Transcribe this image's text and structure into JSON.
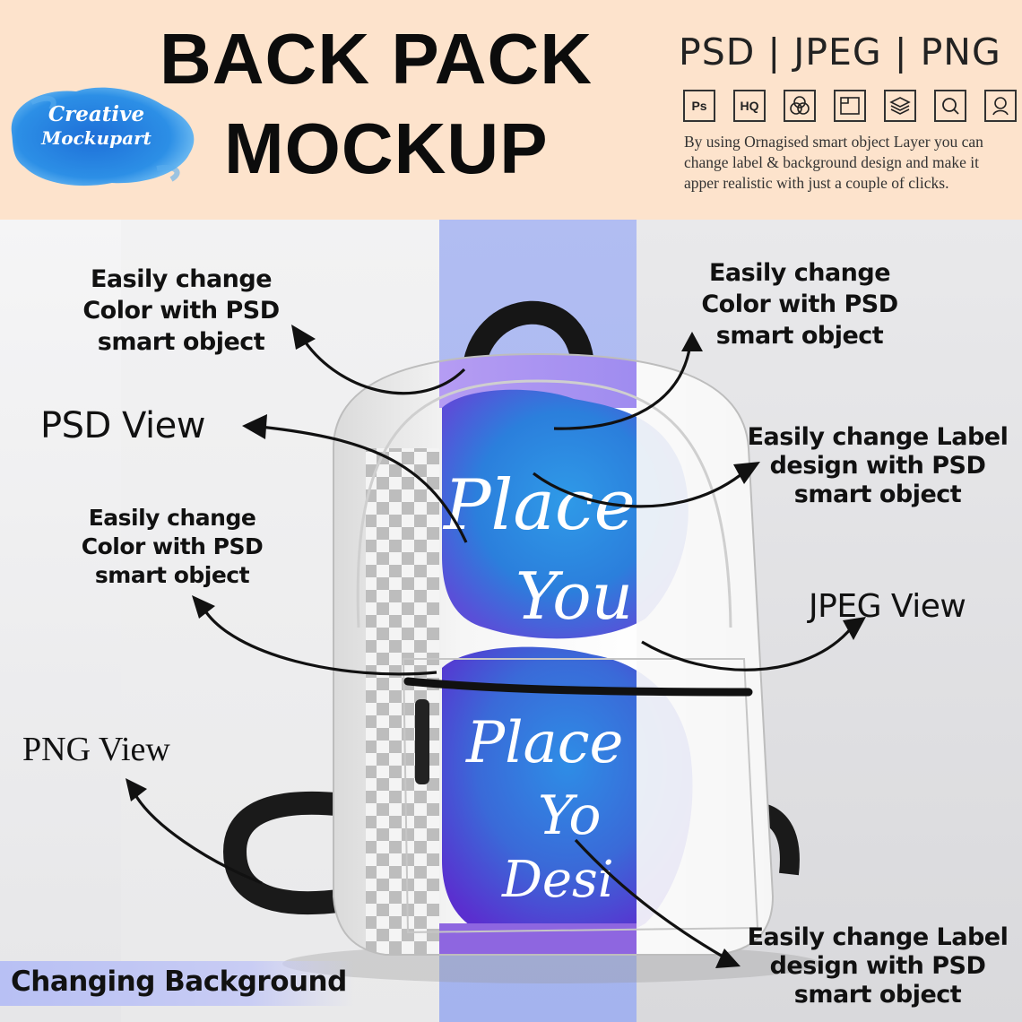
{
  "header": {
    "title_line1": "BACK PACK",
    "title_line2": "MOCKUP",
    "formats": "PSD | JPEG | PNG",
    "description": "By using Ornagised smart object Layer you can change label & background design and make it apper realistic with just a couple of clicks.",
    "logo_line1": "Creative",
    "logo_line2": "Mockupart",
    "icons": [
      {
        "name": "photoshop-icon",
        "text": "Ps"
      },
      {
        "name": "hq-icon",
        "text": "HQ"
      },
      {
        "name": "color-circles-icon",
        "text": ""
      },
      {
        "name": "image-icon",
        "text": ""
      },
      {
        "name": "layers-icon",
        "text": ""
      },
      {
        "name": "search-icon",
        "text": ""
      },
      {
        "name": "user-icon",
        "text": ""
      }
    ]
  },
  "labels": {
    "top_left": [
      "Easily change",
      "Color with PSD",
      "smart object"
    ],
    "top_right": [
      "Easily change",
      "Color with PSD",
      "smart object"
    ],
    "mid_left": [
      "Easily change",
      "Color with PSD",
      "smart object"
    ],
    "label_right": [
      "Easily change Label",
      "design with PSD",
      "smart object"
    ],
    "bottom_right": [
      "Easily change Label",
      "design with PSD",
      "smart object"
    ],
    "psd_view": "PSD View",
    "jpeg_view": "JPEG View",
    "png_view": "PNG View",
    "changing_background": "Changing Background"
  },
  "artwork": {
    "upper_script": [
      "Place",
      "You"
    ],
    "lower_script": [
      "Place",
      "Yo",
      "Desi"
    ]
  },
  "colors": {
    "header_bg": "#fde3cc",
    "blue_strip": "#a9b6f0",
    "purple_top": "#b79ef2",
    "splash_blue": "#3a8fe0",
    "splash_purple": "#5a3fd0"
  }
}
